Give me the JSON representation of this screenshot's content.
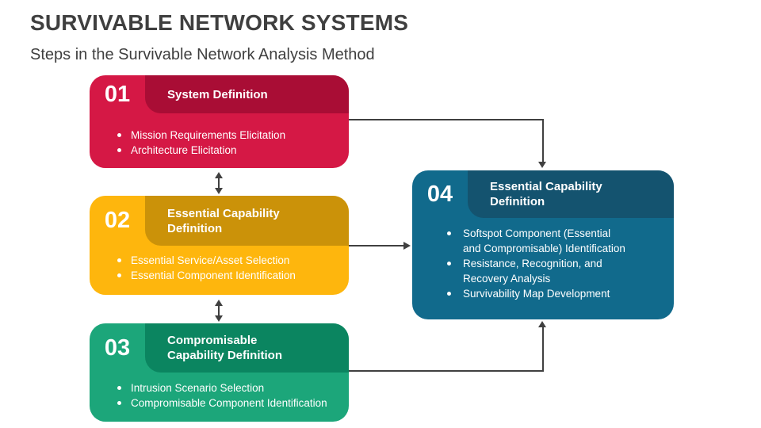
{
  "slide": {
    "title": "SURVIVABLE NETWORK SYSTEMS",
    "subtitle": "Steps in the Survivable Network Analysis Method"
  },
  "colors": {
    "heading": "#3F3F3F",
    "arrow": "#404040",
    "card_text": "#FFFFFF",
    "background": "#FFFFFF"
  },
  "steps": [
    {
      "number": "01",
      "title": "System Definition",
      "body_color": "#D51845",
      "header_color": "#A90D35",
      "bullets": [
        "Mission Requirements Elicitation",
        "Architecture Elicitation"
      ]
    },
    {
      "number": "02",
      "title": "Essential Capability Definition",
      "body_color": "#FEB60D",
      "header_color": "#CB9209",
      "bullets": [
        "Essential Service/Asset Selection",
        "Essential Component Identification"
      ]
    },
    {
      "number": "03",
      "title": "Compromisable Capability Definition",
      "body_color": "#1CA67A",
      "header_color": "#0B8560",
      "bullets": [
        "Intrusion Scenario Selection",
        "Compromisable Component Identification"
      ]
    },
    {
      "number": "04",
      "title": "Essential Capability Definition",
      "body_color": "#116A8C",
      "header_color": "#14536F",
      "bullets": [
        "Softspot Component (Essential and Compromisable) Identification",
        "Resistance, Recognition, and Recovery Analysis",
        "Survivability Map Development"
      ]
    }
  ],
  "connections": [
    {
      "from": "01",
      "to": "02",
      "type": "two-way"
    },
    {
      "from": "02",
      "to": "03",
      "type": "two-way"
    },
    {
      "from": "01",
      "to": "04",
      "type": "one-way"
    },
    {
      "from": "02",
      "to": "04",
      "type": "one-way"
    },
    {
      "from": "03",
      "to": "04",
      "type": "one-way"
    }
  ]
}
